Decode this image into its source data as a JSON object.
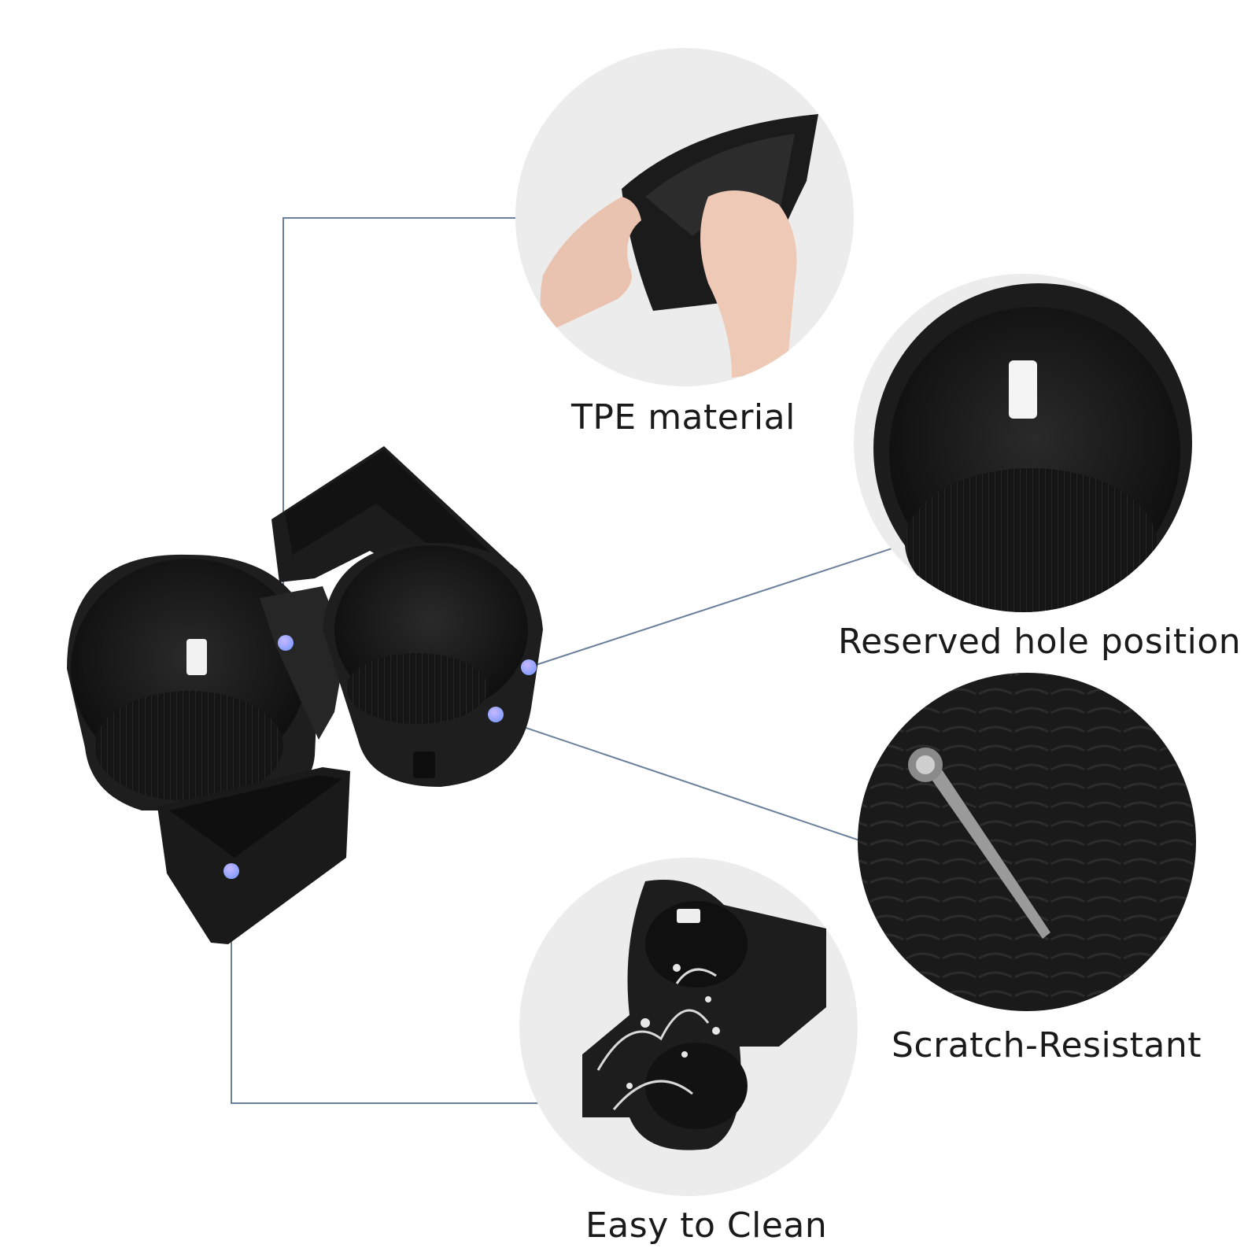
{
  "features": {
    "tpe": {
      "label": "TPE material",
      "icon": "hands-bending-mat"
    },
    "hole": {
      "label": "Reserved hole position",
      "icon": "cup-holder-slot"
    },
    "scratch": {
      "label": "Scratch-Resistant",
      "icon": "screwdriver-on-textured-base"
    },
    "clean": {
      "label": "Easy to Clean",
      "icon": "water-splash-organizer"
    }
  },
  "colors": {
    "product": "#1c1c1c",
    "product_highlight": "#3a3a3a",
    "circle_bg": "#ececec",
    "leader_line": "#6a7f9a",
    "marker_dot": "#9aa6f2",
    "caption_text": "#1a1a1a"
  }
}
